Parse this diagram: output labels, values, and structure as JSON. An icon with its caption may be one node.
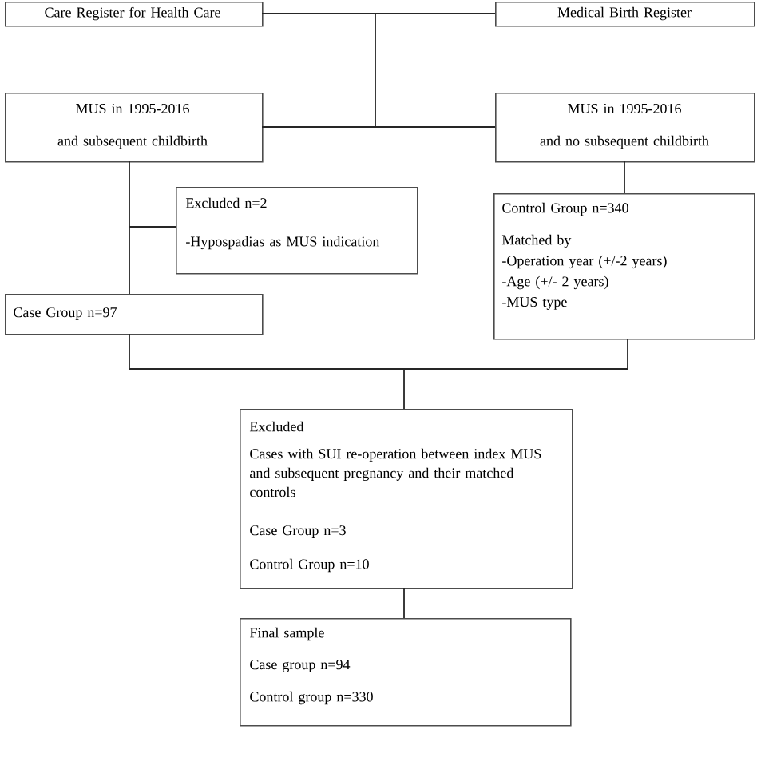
{
  "diagram": {
    "nodes": [
      {
        "text": [
          "Care Register for Health Care"
        ]
      },
      {
        "text": [
          "Medical Birth Register"
        ]
      },
      {
        "text": [
          "MUS in 1995-2016",
          "and subsequent childbirth"
        ]
      },
      {
        "text": [
          "MUS in 1995-2016",
          "and no subsequent childbirth"
        ]
      },
      {
        "text": [
          "Excluded n=2",
          "-Hypospadias as MUS indication"
        ]
      },
      {
        "text": [
          "Case Group n=97"
        ]
      },
      {
        "text": [
          "Control Group n=340",
          "Matched by",
          "-Operation year (+/-2 years)",
          "-Age (+/- 2 years)",
          "-MUS type"
        ]
      },
      {
        "text": [
          "Excluded",
          "Cases with SUI re-operation between index MUS and subsequent pregnancy and their matched controls",
          "Case Group n=3",
          "Control Group n=10"
        ]
      },
      {
        "text": [
          "Final sample",
          "Case group n=94",
          "Control group n=330"
        ]
      }
    ],
    "edges": [
      {
        "from": 0,
        "to": 2,
        "arrow": "none"
      },
      {
        "from": 0,
        "to": 3,
        "arrow": "none"
      },
      {
        "from": 1,
        "to": 2,
        "arrow": "none"
      },
      {
        "from": 1,
        "to": 3,
        "arrow": "none"
      },
      {
        "from": 2,
        "to": 4,
        "arrow": "none"
      },
      {
        "from": 2,
        "to": 5,
        "arrow": "none"
      },
      {
        "from": 3,
        "to": 6,
        "arrow": "none"
      },
      {
        "from": 5,
        "to": 7,
        "arrow": "none"
      },
      {
        "from": 6,
        "to": 7,
        "arrow": "none"
      },
      {
        "from": 7,
        "to": 8,
        "arrow": "none"
      }
    ]
  }
}
